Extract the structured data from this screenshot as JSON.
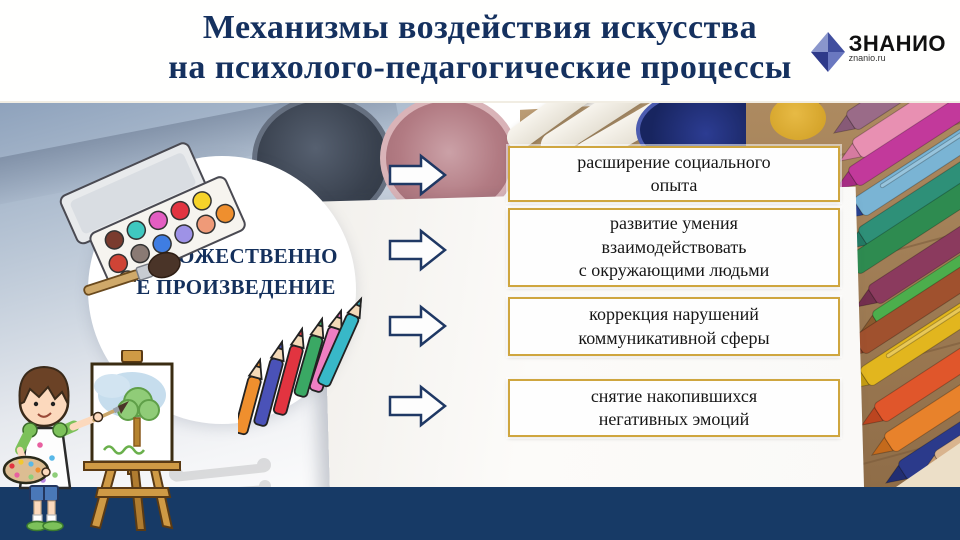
{
  "header": {
    "title_line1": "Механизмы воздействия искусства",
    "title_line2": "на психолого-педагогические процессы",
    "logo": {
      "brand": "ЗНАНИО",
      "site": "znanio.ru",
      "icon": "diamond-logo-icon"
    }
  },
  "diagram": {
    "source_label_line1": "ХУДОЖЕСТВЕННО",
    "source_label_line2": "Е ПРОИЗВЕДЕНИЕ",
    "items": [
      "расширение социального\nопыта",
      "развитие умения\nвзаимодействовать\nс окружающими людьми",
      "коррекция нарушений\nкоммуникативной сферы",
      "снятие накопившихся\nнегативных эмоций"
    ],
    "connector_icon": "block-arrow-right-icon",
    "source_illustrations": [
      "paint-palette-icon",
      "paintbrush-icon",
      "colored-pencils-icon",
      "child-painting-easel-icon",
      "crayons-photo",
      "paint-jars-photo"
    ]
  },
  "colors": {
    "title_text": "#15315f",
    "footer_bar": "#173a66",
    "box_border": "#cfa63f",
    "arrow_outline": "#1f3864",
    "circle_label": "#14305c"
  }
}
